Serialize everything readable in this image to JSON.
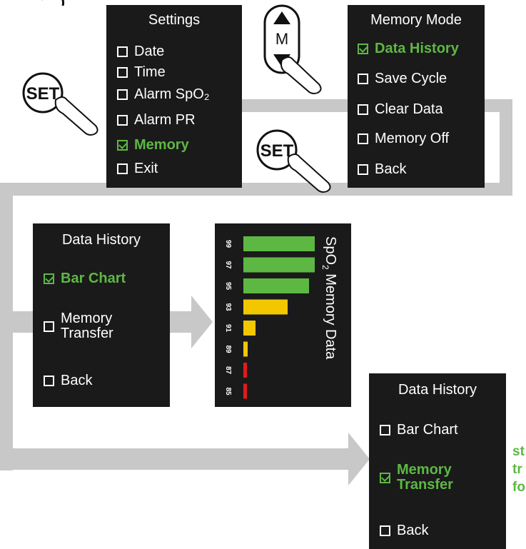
{
  "settings_panel": {
    "title": "Settings",
    "items": [
      {
        "label": "Date",
        "selected": false
      },
      {
        "label": "Time",
        "selected": false
      },
      {
        "label": "Alarm SpO₂",
        "selected": false
      },
      {
        "label": "Alarm PR",
        "selected": false
      },
      {
        "label": "Memory",
        "selected": true
      },
      {
        "label": "Exit",
        "selected": false
      }
    ]
  },
  "memory_mode_panel": {
    "title": "Memory Mode",
    "items": [
      {
        "label": "Data History",
        "selected": true
      },
      {
        "label": "Save Cycle",
        "selected": false
      },
      {
        "label": "Clear Data",
        "selected": false
      },
      {
        "label": "Memory Off",
        "selected": false
      },
      {
        "label": "Back",
        "selected": false
      }
    ]
  },
  "data_history_panel_1": {
    "title": "Data History",
    "items": [
      {
        "label": "Bar Chart",
        "selected": true
      },
      {
        "label": "Memory Transfer",
        "line1": "Memory",
        "line2": "Transfer",
        "selected": false
      },
      {
        "label": "Back",
        "selected": false
      }
    ]
  },
  "data_history_panel_2": {
    "title": "Data History",
    "items": [
      {
        "label": "Bar Chart",
        "selected": false
      },
      {
        "label": "Memory Transfer",
        "line1": "Memory",
        "line2": "Transfer",
        "selected": true
      },
      {
        "label": "Back",
        "selected": false
      }
    ]
  },
  "buttons": {
    "set_label": "SET",
    "m_label": "M"
  },
  "spo2_chart": {
    "title": "SpO₂ Memory Data",
    "title_main": "SpO",
    "title_sub": "2",
    "title_rest": " Memory Data",
    "levels": [
      "99",
      "97",
      "95",
      "93",
      "91",
      "89",
      "87",
      "85"
    ]
  },
  "chart_data": {
    "type": "bar",
    "title": "SpO₂ Memory Data",
    "categories": [
      "99",
      "97",
      "95",
      "93",
      "91",
      "89",
      "87",
      "85"
    ],
    "values": [
      100,
      100,
      92,
      62,
      17,
      6,
      5,
      5
    ],
    "colors": [
      "#5db843",
      "#5db843",
      "#5db843",
      "#f2c700",
      "#f2c700",
      "#f2c700",
      "#e31b1b",
      "#e31b1b"
    ],
    "orientation": "horizontal"
  },
  "side_note": {
    "line1": "st",
    "line2": "tr",
    "line3": "fo"
  },
  "colors": {
    "panel_bg": "#1a1a1a",
    "selected_green": "#5db843",
    "arrow_gray": "#c8c8c8"
  }
}
